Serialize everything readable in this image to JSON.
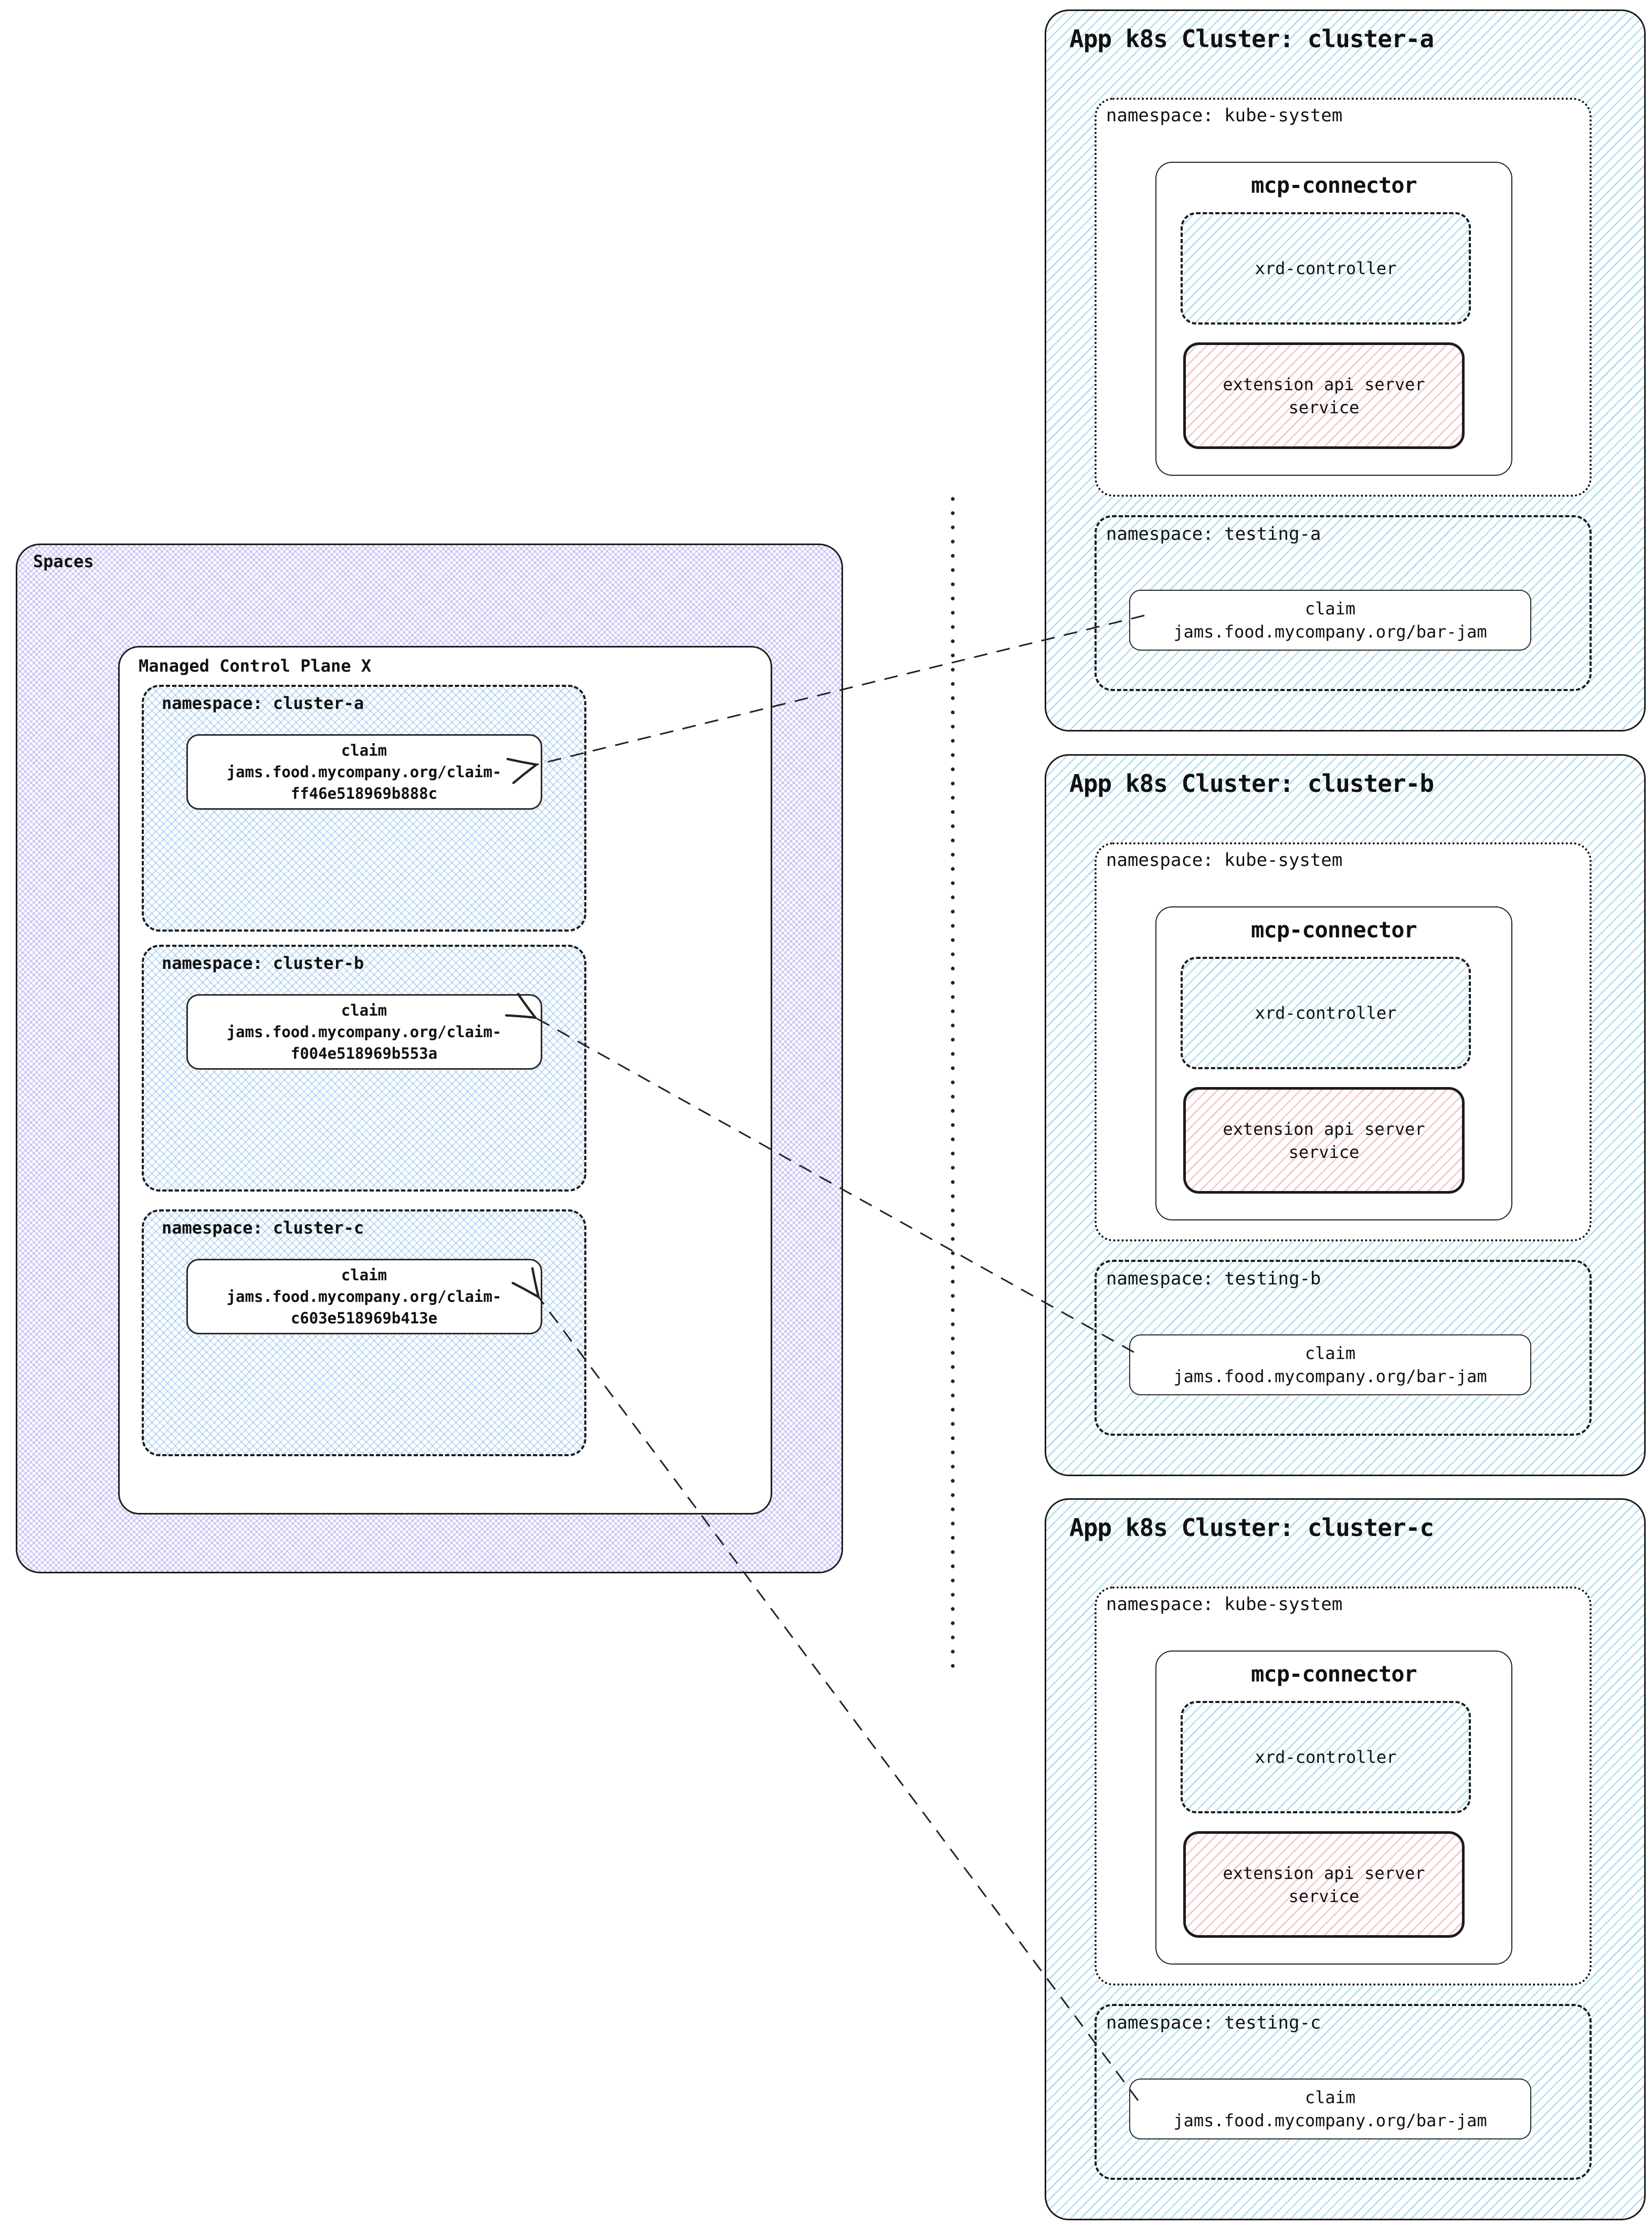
{
  "left": {
    "spaces_label": "Spaces",
    "mcp_label": "Managed Control Plane X",
    "namespaces": [
      {
        "label": "namespace: cluster-a",
        "claim_title": "claim",
        "claim_line1": "jams.food.mycompany.org/claim-",
        "claim_line2": "ff46e518969b888c"
      },
      {
        "label": "namespace: cluster-b",
        "claim_title": "claim",
        "claim_line1": "jams.food.mycompany.org/claim-",
        "claim_line2": "f004e518969b553a"
      },
      {
        "label": "namespace: cluster-c",
        "claim_title": "claim",
        "claim_line1": "jams.food.mycompany.org/claim-",
        "claim_line2": "c603e518969b413e"
      }
    ]
  },
  "clusters": [
    {
      "title": "App k8s Cluster: cluster-a",
      "kube_label": "namespace: kube-system",
      "connector_title": "mcp-connector",
      "xrd_label": "xrd-controller",
      "ext_line1": "extension api server",
      "ext_line2": "service",
      "testing_label": "namespace: testing-a",
      "claim_title": "claim",
      "claim_value": "jams.food.mycompany.org/bar-jam"
    },
    {
      "title": "App k8s Cluster: cluster-b",
      "kube_label": "namespace: kube-system",
      "connector_title": "mcp-connector",
      "xrd_label": "xrd-controller",
      "ext_line1": "extension api server",
      "ext_line2": "service",
      "testing_label": "namespace: testing-b",
      "claim_title": "claim",
      "claim_value": "jams.food.mycompany.org/bar-jam"
    },
    {
      "title": "App k8s Cluster: cluster-c",
      "kube_label": "namespace: kube-system",
      "connector_title": "mcp-connector",
      "xrd_label": "xrd-controller",
      "ext_line1": "extension api server",
      "ext_line2": "service",
      "testing_label": "namespace: testing-c",
      "claim_title": "claim",
      "claim_value": "jams.food.mycompany.org/bar-jam"
    }
  ],
  "edges": [
    {
      "from": "cluster-a / namespace testing-a / claim jams.food.mycompany.org/bar-jam",
      "to": "Managed Control Plane X / namespace cluster-a / claim jams.food.mycompany.org/claim-ff46e518969b888c",
      "style": "dashed-open-arrow"
    },
    {
      "from": "cluster-b / namespace testing-b / claim jams.food.mycompany.org/bar-jam",
      "to": "Managed Control Plane X / namespace cluster-b / claim jams.food.mycompany.org/claim-f004e518969b553a",
      "style": "dashed-open-arrow"
    },
    {
      "from": "cluster-c / namespace testing-c / claim jams.food.mycompany.org/bar-jam",
      "to": "Managed Control Plane X / namespace cluster-c / claim jams.food.mycompany.org/claim-c603e518969b413e",
      "style": "dashed-open-arrow"
    }
  ],
  "colors": {
    "border": "#1b1b1b",
    "cluster_hatch_blue": "#7dc8e8",
    "left_namespace_hatch_blue": "#8dbceb",
    "spaces_hatch_purple": "#9d8be9",
    "extension_hatch_pink": "#ee9496",
    "box_background": "#ffffff"
  }
}
